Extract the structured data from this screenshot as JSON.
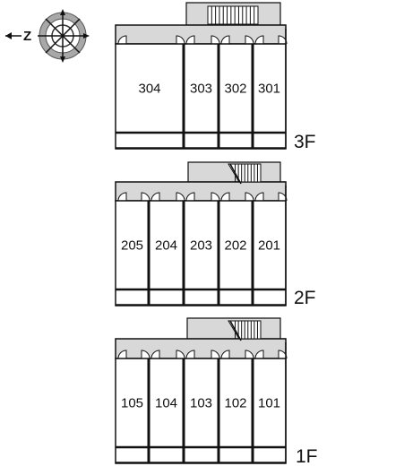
{
  "compass": {
    "north_letter": "Z"
  },
  "floors": [
    {
      "id": "3f",
      "label": "3F",
      "units": [
        "304",
        "303",
        "302",
        "301"
      ]
    },
    {
      "id": "2f",
      "label": "2F",
      "units": [
        "205",
        "204",
        "203",
        "202",
        "201"
      ]
    },
    {
      "id": "1f",
      "label": "1F",
      "units": [
        "105",
        "104",
        "103",
        "102",
        "101"
      ]
    }
  ],
  "colors": {
    "corridor": "#d8d8d8",
    "walls": "#111111",
    "compass_ring": "#9a9a9a",
    "background": "#ffffff"
  }
}
